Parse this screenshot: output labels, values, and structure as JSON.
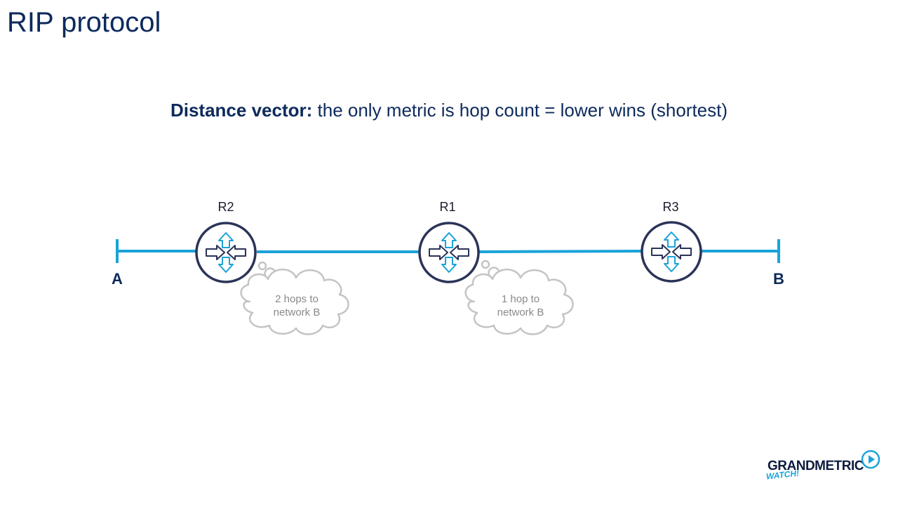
{
  "slide": {
    "title": "RIP protocol",
    "subtitle_bold": "Distance vector:",
    "subtitle_rest": " the only metric is hop count = lower wins (shortest)"
  },
  "diagram": {
    "routers": [
      {
        "id": "R2",
        "label": "R2"
      },
      {
        "id": "R1",
        "label": "R1"
      },
      {
        "id": "R3",
        "label": "R3"
      }
    ],
    "endpoints": {
      "left": "A",
      "right": "B"
    },
    "thoughts": [
      {
        "line1": "2 hops to",
        "line2": "network B"
      },
      {
        "line1": "1 hop to",
        "line2": "network B"
      }
    ],
    "colors": {
      "link": "#1aa3d9",
      "router_outline": "#2b3358",
      "arrow_blue": "#1aa3d9",
      "arrow_dark": "#2b3358",
      "cloud": "#c4c4c4"
    }
  },
  "logo": {
    "brand": "GRANDMETRIC",
    "tag": "WATCH!",
    "icon": "play-circle-icon"
  }
}
